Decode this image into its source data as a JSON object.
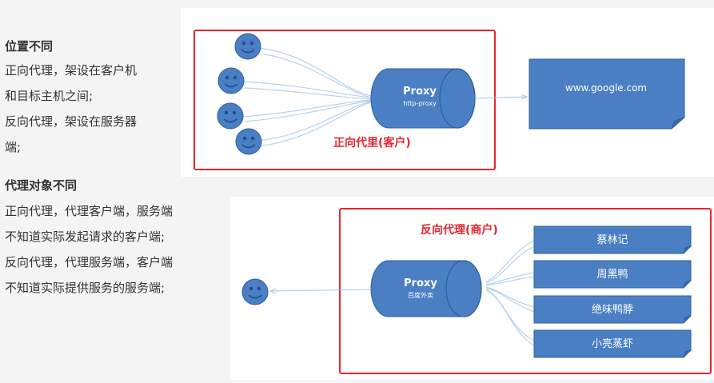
{
  "left_text": {
    "heading1": "位置不同",
    "lines1": [
      "正向代理，架设在客户机",
      "和目标主机之间;",
      "反向代理，架设在服务器",
      "端;"
    ],
    "heading2": "代理对象不同",
    "lines2": [
      "正向代理，代理客户端，服务端",
      "不知道实际发起请求的客户端;",
      "反向代理，代理服务端，客户端",
      "不知道实际提供服务的服务端;"
    ]
  },
  "forward": {
    "proxy_title": "Proxy",
    "proxy_subtitle": "http-proxy",
    "target": "www.google.com",
    "label": "正向代里(客户)"
  },
  "reverse": {
    "label": "反向代理(商户)",
    "proxy_title": "Proxy",
    "proxy_subtitle": "百度外卖",
    "servers": [
      "蔡林记",
      "周黑鸭",
      "绝味鸭脖",
      "小亮蒸虾"
    ]
  },
  "colors": {
    "blue": "#4a7fc4",
    "blue_dark": "#2e5f9e",
    "red": "#e8262e",
    "text": "#333333"
  }
}
